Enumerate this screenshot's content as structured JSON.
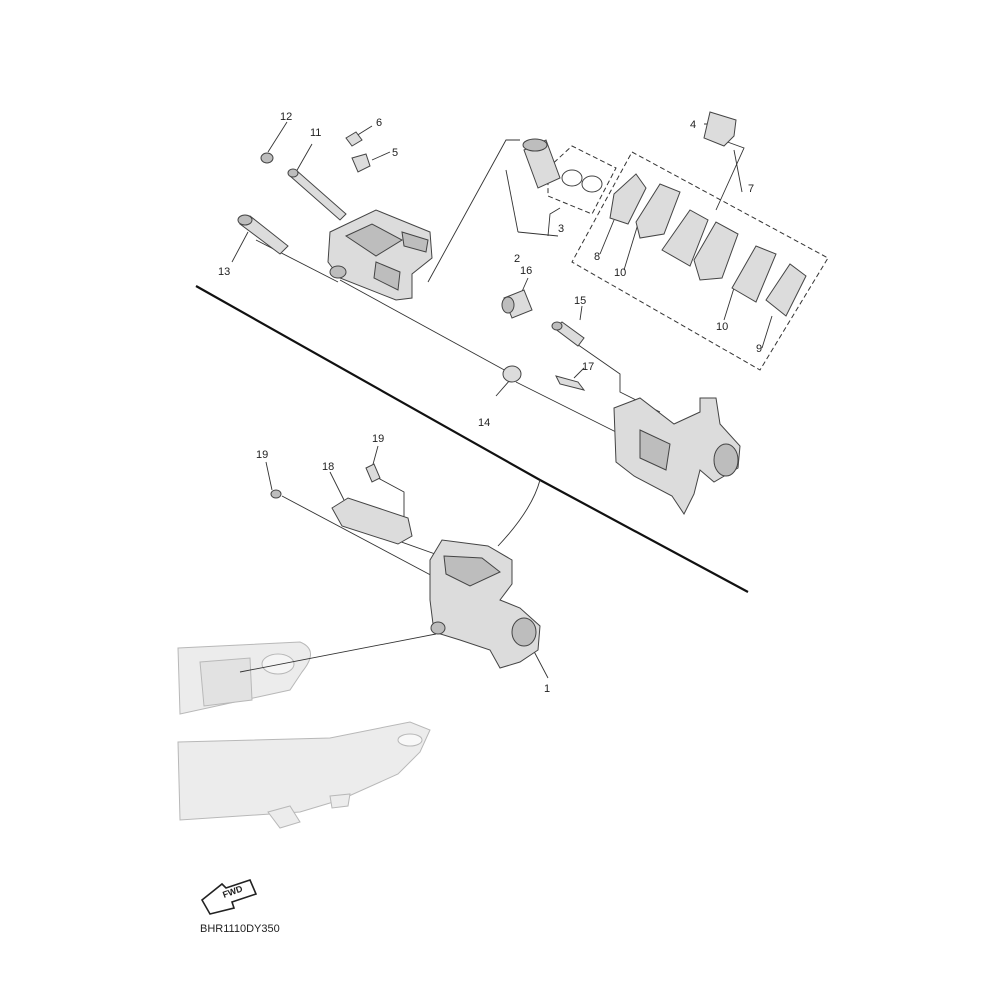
{
  "diagram": {
    "code": "BHR1110DY350",
    "fwd_label": "FWD",
    "callouts": [
      {
        "id": "c1",
        "text": "1"
      },
      {
        "id": "c2",
        "text": "2"
      },
      {
        "id": "c3",
        "text": "3"
      },
      {
        "id": "c4",
        "text": "4"
      },
      {
        "id": "c5",
        "text": "5"
      },
      {
        "id": "c6",
        "text": "6"
      },
      {
        "id": "c7",
        "text": "7"
      },
      {
        "id": "c8",
        "text": "8"
      },
      {
        "id": "c9",
        "text": "9"
      },
      {
        "id": "c10a",
        "text": "10"
      },
      {
        "id": "c10b",
        "text": "10"
      },
      {
        "id": "c11",
        "text": "11"
      },
      {
        "id": "c12",
        "text": "12"
      },
      {
        "id": "c13",
        "text": "13"
      },
      {
        "id": "c14",
        "text": "14"
      },
      {
        "id": "c15",
        "text": "15"
      },
      {
        "id": "c16",
        "text": "16"
      },
      {
        "id": "c17",
        "text": "17"
      },
      {
        "id": "c18",
        "text": "18"
      },
      {
        "id": "c19a",
        "text": "19"
      },
      {
        "id": "c19b",
        "text": "19"
      }
    ]
  }
}
